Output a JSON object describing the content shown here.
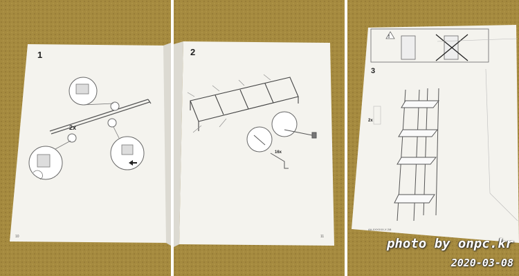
{
  "photos": [
    {
      "step_number": "1",
      "multiplier": "2x",
      "page_number": "10"
    },
    {
      "step_number": "2",
      "multiplier": "16x",
      "page_number": "11"
    },
    {
      "step_number": "3",
      "multiplier": "2x",
      "warning_symbol": "!",
      "footer_text": "AA-XXXXXX-X  2/8"
    }
  ],
  "watermark": {
    "line1": "photo by onpc.kr",
    "line2": "2020-03-08"
  },
  "colors": {
    "carpet": "#a58a3f",
    "paper": "#f4f3ee",
    "divider": "#ffffff",
    "watermark_text": "#ffffff"
  }
}
